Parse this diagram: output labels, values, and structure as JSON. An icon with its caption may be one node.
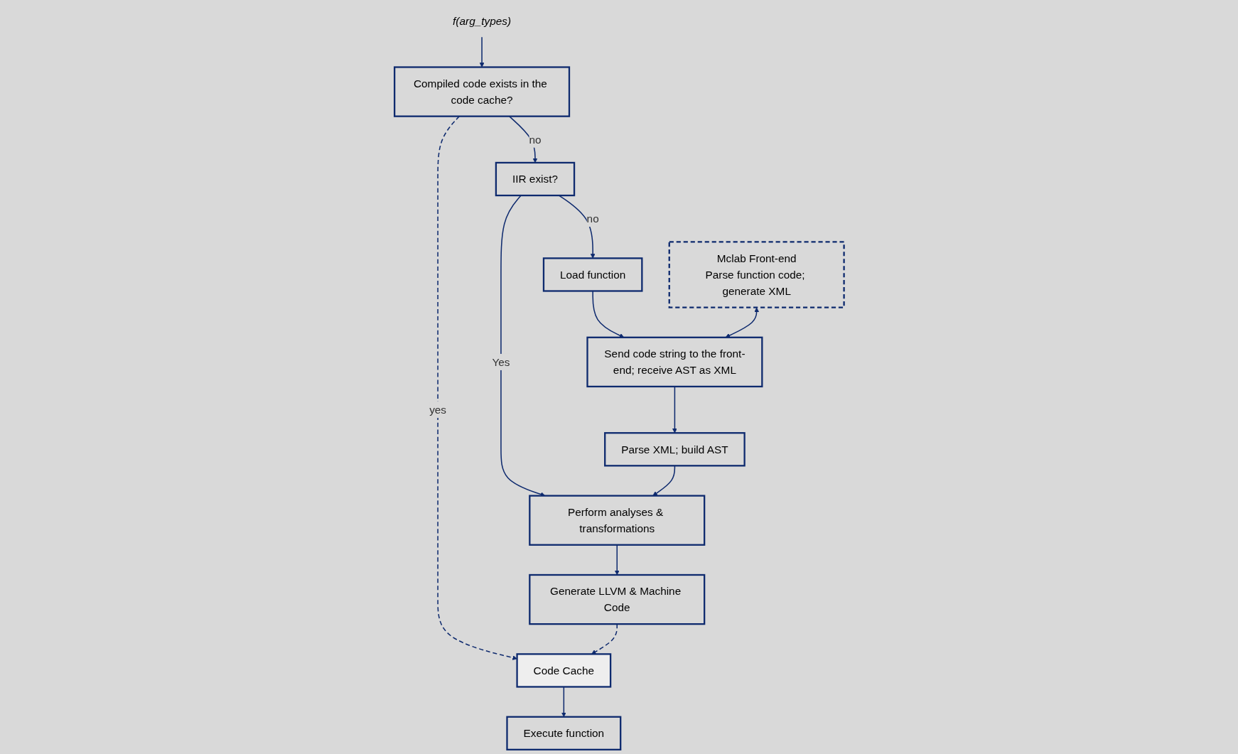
{
  "diagram": {
    "nodes": [
      {
        "text": [
          "f(arg_types)"
        ]
      },
      {
        "text": [
          "Compiled code exists in the code cache?"
        ]
      },
      {
        "text": [
          "Code Cache"
        ]
      },
      {
        "text": [
          "Execute function"
        ]
      },
      {
        "text": [
          "IIR exist?"
        ]
      },
      {
        "text": [
          "Generate LLVM & Machine Code"
        ]
      },
      {
        "text": [
          "Load function"
        ]
      },
      {
        "text": [
          "Mclab Front-end",
          "Parse function code; generate XML"
        ]
      },
      {
        "text": [
          "Send code string to the front-end; receive AST as XML"
        ]
      },
      {
        "text": [
          "Parse XML; build AST"
        ]
      },
      {
        "text": [
          "Perform analyses & transformations"
        ]
      }
    ],
    "edges": [
      {
        "from": 0,
        "to": 1,
        "arrow": "to"
      },
      {
        "from": 1,
        "to": 2,
        "label": "yes",
        "arrow": "to",
        "style": "dashed"
      },
      {
        "from": 2,
        "to": 3,
        "arrow": "to"
      },
      {
        "from": 1,
        "to": 4,
        "label": "no",
        "arrow": "to"
      },
      {
        "from": 5,
        "to": 2,
        "arrow": "to",
        "style": "dashed"
      },
      {
        "from": 4,
        "to": 6,
        "label": "no",
        "arrow": "to"
      },
      {
        "from": 4,
        "to": 10,
        "label": "Yes",
        "arrow": "to"
      },
      {
        "from": 6,
        "to": 8,
        "arrow": "to"
      },
      {
        "from": 7,
        "to": 8,
        "arrow": "both"
      },
      {
        "from": 8,
        "to": 9,
        "arrow": "to"
      },
      {
        "from": 9,
        "to": 10,
        "arrow": "to"
      },
      {
        "from": 10,
        "to": 5,
        "arrow": "to"
      }
    ]
  }
}
